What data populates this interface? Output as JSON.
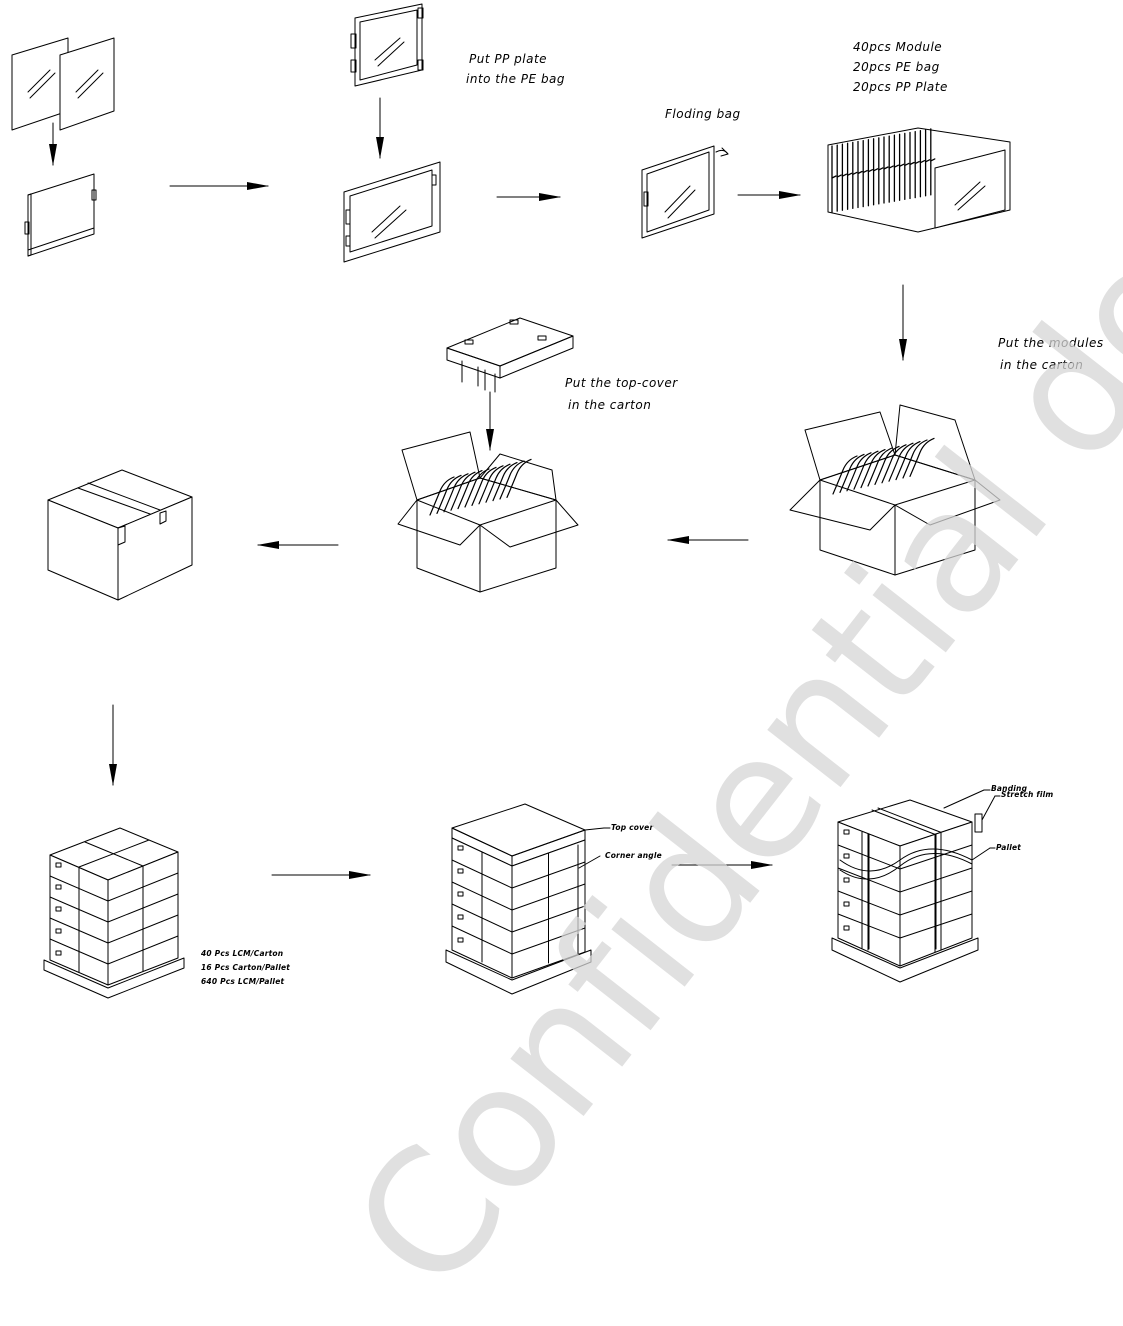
{
  "labels": {
    "put_pp_plate_1": "Put   PP plate",
    "put_pp_plate_2": "into the PE bag",
    "folding_bag": "Floding bag",
    "module_count_1": "40pcs Module",
    "module_count_2": "20pcs PE bag",
    "module_count_3": "20pcs PP Plate",
    "put_modules_1": "Put the modules",
    "put_modules_2": "in the carton",
    "put_topcover_1": "Put the top-cover",
    "put_topcover_2": "in the carton",
    "pallet_info_1": "40 Pcs LCM/Carton",
    "pallet_info_2": "16 Pcs Carton/Pallet",
    "pallet_info_3": "640 Pcs LCM/Pallet",
    "top_cover": "Top cover",
    "corner_angle": "Corner angle",
    "banding": "Banding",
    "stretch_film": "Stretch film",
    "pallet": "Pallet"
  },
  "watermark": "Confidential document",
  "colors": {
    "line": "#000000",
    "watermark": "#d6d6d6"
  }
}
